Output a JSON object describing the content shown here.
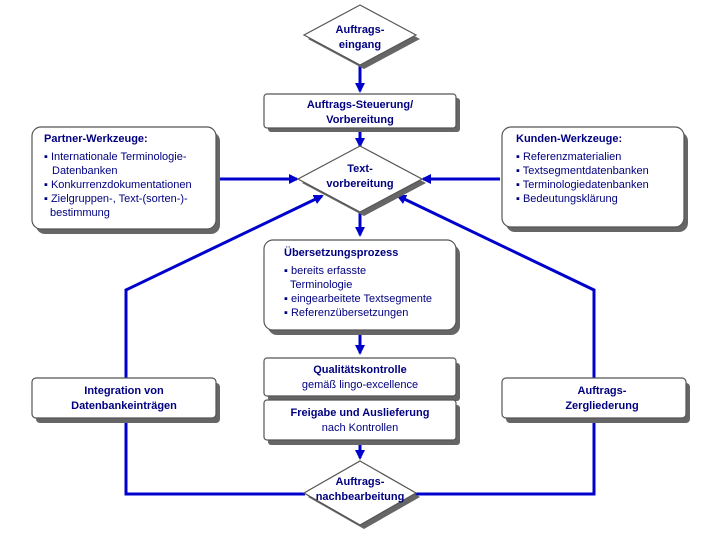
{
  "colors": {
    "edge": "#0000cc",
    "text": "#000080",
    "border": "#555555",
    "shadow": "#666666",
    "fill": "#ffffff"
  },
  "nodes": {
    "auftragseingang": {
      "line1": "Auftrags-",
      "line2": "eingang"
    },
    "steuerung": {
      "line1": "Auftrags-Steuerung/",
      "line2": "Vorbereitung"
    },
    "partner": {
      "title": "Partner-Werkzeuge:",
      "lines": [
        "▪ Internationale Terminologie-",
        "Datenbanken",
        "▪ Konkurrenzdokumentationen",
        "▪ Zielgruppen-, Text-(sorten-)-",
        "bestimmung"
      ]
    },
    "textvorbereitung": {
      "line1": "Text-",
      "line2": "vorbereitung"
    },
    "kunden": {
      "title": "Kunden-Werkzeuge:",
      "lines": [
        "▪ Referenzmaterialien",
        "▪ Textsegmentdatenbanken",
        "▪ Terminologiedatenbanken",
        "▪ Bedeutungsklärung"
      ]
    },
    "uebersetzung": {
      "title": "Übersetzungsprozess",
      "lines": [
        "▪ bereits erfasste",
        "Terminologie",
        "▪ eingearbeitete Textsegmente",
        "▪ Referenzübersetzungen"
      ]
    },
    "qualitaet": {
      "line1": "Qualitätskontrolle",
      "line2": "gemäß lingo-excellence"
    },
    "freigabe": {
      "line1": "Freigabe und Auslieferung",
      "line2": "nach Kontrollen"
    },
    "integration": {
      "line1": "Integration von",
      "line2": "Datenbankeinträgen"
    },
    "zergliederung": {
      "line1": "Auftrags-",
      "line2": "Zergliederung"
    },
    "nachbearbeitung": {
      "line1": "Auftrags-",
      "line2": "nachbearbeitung"
    }
  }
}
